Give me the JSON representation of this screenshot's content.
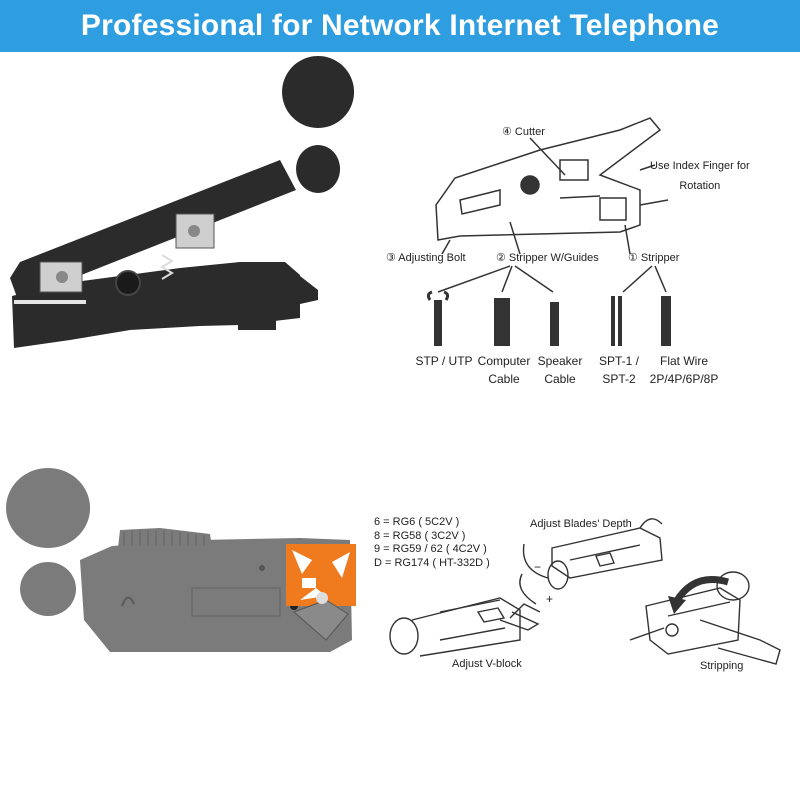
{
  "banner": {
    "title": "Professional for Network Internet Telephone",
    "bg": "#2e9ee0",
    "fg": "#ffffff"
  },
  "stripper_diagram": {
    "cutter": "④ Cutter",
    "index_finger": [
      "Use Index Finger for",
      "Rotation"
    ],
    "adjusting_bolt": "③ Adjusting Bolt",
    "stripper_guides": "② Stripper W/Guides",
    "stripper": "① Stripper",
    "cables": [
      {
        "lines": [
          "STP / UTP"
        ]
      },
      {
        "lines": [
          "Computer",
          "Cable"
        ]
      },
      {
        "lines": [
          "Speaker",
          "Cable"
        ]
      },
      {
        "lines": [
          "SPT-1 /",
          "SPT-2"
        ]
      },
      {
        "lines": [
          "Flat Wire",
          "2P/4P/6P/8P"
        ]
      }
    ]
  },
  "coax_diagram": {
    "legend": [
      "6 = RG6 ( 5C2V )",
      "8 = RG58 ( 3C2V )",
      "9 = RG59 / 62 ( 4C2V )",
      "D = RG174 ( HT-332D )"
    ],
    "adjust_depth": "Adjust Blades' Depth",
    "adjust_vblock": "Adjust V-block",
    "stripping": "Stripping",
    "minus": "−",
    "plus": "+"
  },
  "colors": {
    "tool_black": "#2b2b2b",
    "tool_gray": "#7b7b7b",
    "accent_orange": "#f07a1e"
  },
  "icons": [
    "cable-stripper-tool",
    "coaxial-stripper-tool",
    "rotation-arrow-icon"
  ]
}
